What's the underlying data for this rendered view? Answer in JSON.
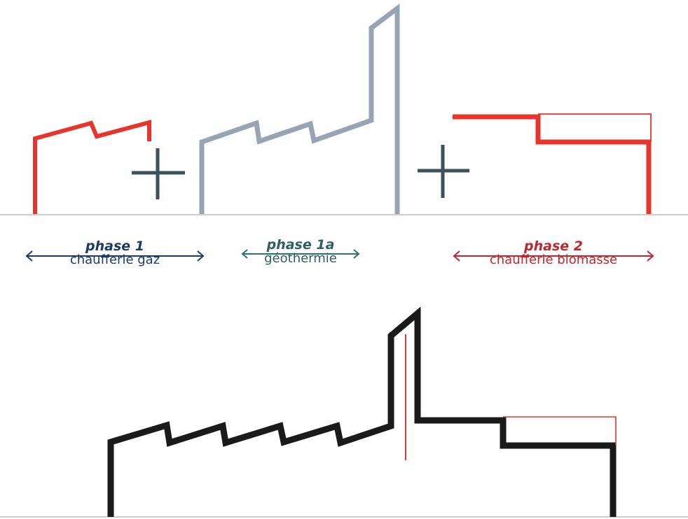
{
  "colors": {
    "phase1": "#e8342b",
    "phase1a": "#96a4b5",
    "phase2": "#e8342b",
    "plus": "#3b525c",
    "final": "#1a1a1a",
    "final_accent": "#e8342b",
    "ground": "#cfcfcf",
    "label_phase1": "#1b3a6b",
    "label_phase1a": "#2f5f5f",
    "label_phase2": "#c0262d"
  },
  "phases": [
    {
      "title": "phase 1",
      "subtitle": "chaufferie gaz"
    },
    {
      "title": "phase 1a",
      "subtitle": "géothermie"
    },
    {
      "title": "phase 2",
      "subtitle": "chaufferie biomasse"
    }
  ]
}
